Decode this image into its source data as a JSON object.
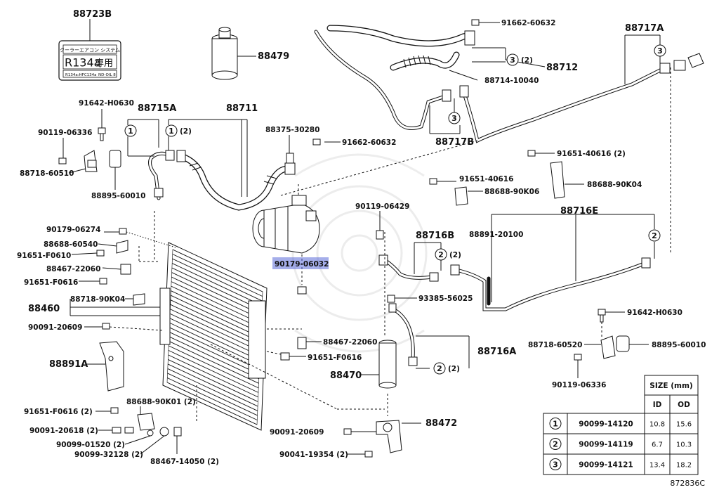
{
  "diagram_id": "872836C",
  "label_sticker": {
    "part_number": "88723B",
    "header": "クーラーエアコン システム",
    "refrigerant": "R134a",
    "exclusive": "専用",
    "fine_print_left": "R134a:HFC134a",
    "fine_print_right": "ND-OIL 8"
  },
  "highlighted_part": "90179-06032",
  "part_labels": [
    {
      "id": "88723B",
      "text": "88723B"
    },
    {
      "id": "88479",
      "text": "88479"
    },
    {
      "id": "91662-60632a",
      "text": "91662-60632"
    },
    {
      "id": "88717A",
      "text": "88717A"
    },
    {
      "id": "88712",
      "text": "88712"
    },
    {
      "id": "88714-10040",
      "text": "88714-10040"
    },
    {
      "id": "91642-H0630a",
      "text": "91642-H0630"
    },
    {
      "id": "88715A",
      "text": "88715A"
    },
    {
      "id": "88711",
      "text": "88711"
    },
    {
      "id": "90119-06336a",
      "text": "90119-06336"
    },
    {
      "id": "88375-30280",
      "text": "88375-30280"
    },
    {
      "id": "91662-60632b",
      "text": "91662-60632"
    },
    {
      "id": "88717B",
      "text": "88717B"
    },
    {
      "id": "91651-40616-2",
      "text": "91651-40616 (2)"
    },
    {
      "id": "88718-60510",
      "text": "88718-60510"
    },
    {
      "id": "88895-60010a",
      "text": "88895-60010"
    },
    {
      "id": "91651-40616",
      "text": "91651-40616"
    },
    {
      "id": "88688-90K06",
      "text": "88688-90K06"
    },
    {
      "id": "88688-90K04",
      "text": "88688-90K04"
    },
    {
      "id": "90119-06429",
      "text": "90119-06429"
    },
    {
      "id": "88716E",
      "text": "88716E"
    },
    {
      "id": "90179-06274",
      "text": "90179-06274"
    },
    {
      "id": "88688-60540",
      "text": "88688-60540"
    },
    {
      "id": "91651-F0610",
      "text": "91651-F0610"
    },
    {
      "id": "88716B",
      "text": "88716B"
    },
    {
      "id": "88891-20100",
      "text": "88891-20100"
    },
    {
      "id": "88467-22060a",
      "text": "88467-22060"
    },
    {
      "id": "90179-06032",
      "text": "90179-06032"
    },
    {
      "id": "91651-F0616a",
      "text": "91651-F0616"
    },
    {
      "id": "88718-90K04",
      "text": "88718-90K04"
    },
    {
      "id": "88460",
      "text": "88460"
    },
    {
      "id": "93385-56025",
      "text": "93385-56025"
    },
    {
      "id": "91642-H0630b",
      "text": "91642-H0630"
    },
    {
      "id": "90091-20609a",
      "text": "90091-20609"
    },
    {
      "id": "88467-22060b",
      "text": "88467-22060"
    },
    {
      "id": "88716A",
      "text": "88716A"
    },
    {
      "id": "88718-60520",
      "text": "88718-60520"
    },
    {
      "id": "88895-60010b",
      "text": "88895-60010"
    },
    {
      "id": "88891A",
      "text": "88891A"
    },
    {
      "id": "91651-F0616b",
      "text": "91651-F0616"
    },
    {
      "id": "88470",
      "text": "88470"
    },
    {
      "id": "90119-06336b",
      "text": "90119-06336"
    },
    {
      "id": "88688-90K01-2",
      "text": "88688-90K01 (2)"
    },
    {
      "id": "91651-F0616-2",
      "text": "91651-F0616 (2)"
    },
    {
      "id": "90091-20618-2",
      "text": "90091-20618 (2)"
    },
    {
      "id": "90099-01520-2",
      "text": "90099-01520 (2)"
    },
    {
      "id": "90099-32128-2",
      "text": "90099-32128 (2)"
    },
    {
      "id": "88467-14050-2",
      "text": "88467-14050 (2)"
    },
    {
      "id": "88472",
      "text": "88472"
    },
    {
      "id": "90091-20609b",
      "text": "90091-20609"
    },
    {
      "id": "90041-19354-2",
      "text": "90041-19354 (2)"
    }
  ],
  "circle_refs": [
    {
      "id": "c1a",
      "num": "1",
      "suffix": ""
    },
    {
      "id": "c1b",
      "num": "1",
      "suffix": "(2)"
    },
    {
      "id": "c3a",
      "num": "3",
      "suffix": "(2)"
    },
    {
      "id": "c3b",
      "num": "3",
      "suffix": ""
    },
    {
      "id": "c3c",
      "num": "3",
      "suffix": ""
    },
    {
      "id": "c2a",
      "num": "2",
      "suffix": "(2)"
    },
    {
      "id": "c2b",
      "num": "2",
      "suffix": ""
    },
    {
      "id": "c2c",
      "num": "2",
      "suffix": "(2)"
    }
  ],
  "size_table": {
    "header": "SIZE (mm)",
    "columns": [
      "ID",
      "OD"
    ],
    "rows": [
      {
        "ref": "1",
        "part": "90099-14120",
        "id": "10.8",
        "od": "15.6"
      },
      {
        "ref": "2",
        "part": "90099-14119",
        "id": "6.7",
        "od": "10.3"
      },
      {
        "ref": "3",
        "part": "90099-14121",
        "id": "13.4",
        "od": "18.2"
      }
    ]
  }
}
